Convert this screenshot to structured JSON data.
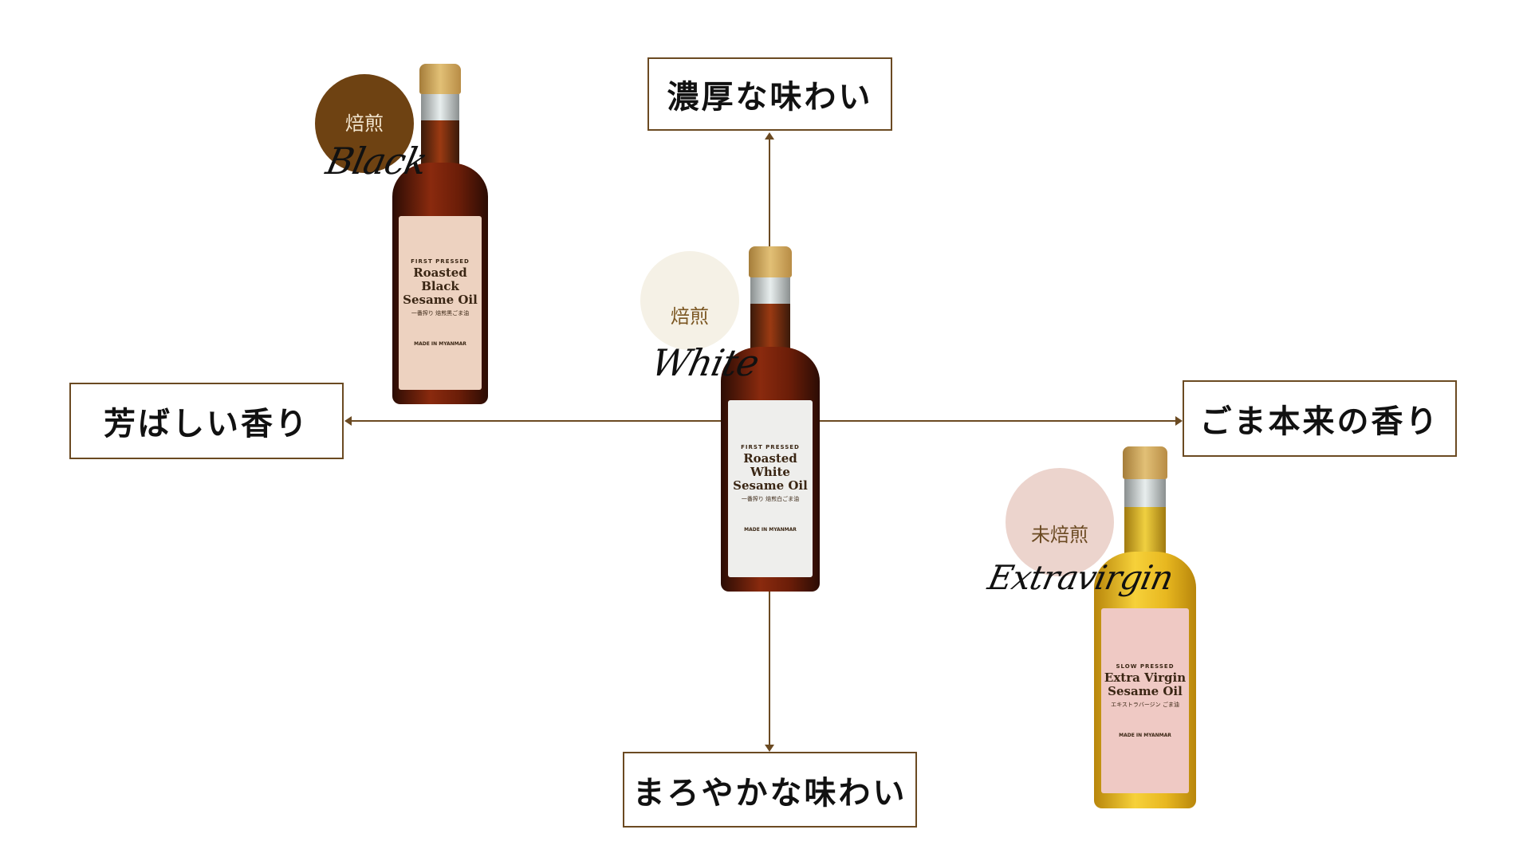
{
  "axes": {
    "top": "濃厚な味わい",
    "bottom": "まろやかな味わい",
    "left": "芳ばしい香り",
    "right": "ごま本来の香り"
  },
  "products": [
    {
      "badge_jp": "焙煎",
      "badge_en": "Black",
      "badge_color": "#6e4212",
      "label_top": "FIRST PRESSED",
      "name_line1": "Roasted Black",
      "name_line2": "Sesame Oil",
      "label_jp": "一番搾り 焙煎黒ごま油",
      "made_in": "MADE IN MYANMAR",
      "label_color": "#edd2c0"
    },
    {
      "badge_jp": "焙煎",
      "badge_en": "White",
      "badge_color": "#f5f1e6",
      "label_top": "FIRST PRESSED",
      "name_line1": "Roasted White",
      "name_line2": "Sesame Oil",
      "label_jp": "一番搾り 焙煎白ごま油",
      "made_in": "MADE IN MYANMAR",
      "label_color": "#eeeeec"
    },
    {
      "badge_jp": "未焙煎",
      "badge_en": "Extravirgin",
      "badge_color": "#ecd4cd",
      "label_top": "SLOW PRESSED",
      "name_line1": "Extra Virgin",
      "name_line2": "Sesame Oil",
      "label_jp": "エキストラバージン ごま油",
      "made_in": "MADE IN MYANMAR",
      "label_color": "#efc9c4"
    }
  ]
}
